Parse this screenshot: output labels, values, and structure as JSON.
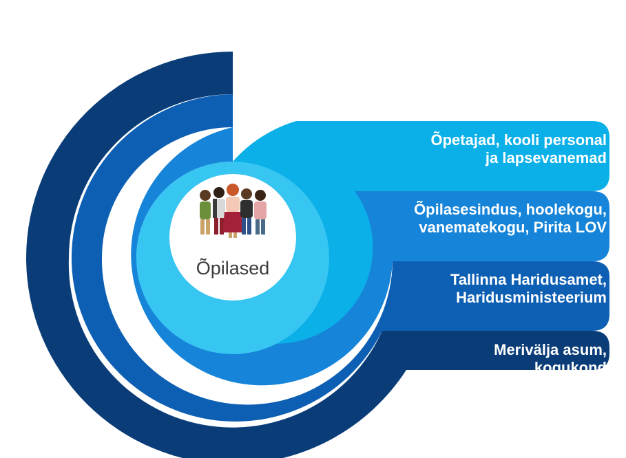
{
  "center": {
    "label": "Õpilased",
    "icon": "students-group-icon"
  },
  "layers": [
    {
      "lines": [
        "Õpetajad, kooli personal",
        "ja lapsevanemad"
      ],
      "color": "#0bb0e8"
    },
    {
      "lines": [
        "Õpilasesindus, hoolekogu,",
        "vanematekogu, Pirita LOV"
      ],
      "color": "#1684d8"
    },
    {
      "lines": [
        "Tallinna Haridusamet,",
        "Haridusministeerium"
      ],
      "color": "#0d5fb3"
    },
    {
      "lines": [
        "Merivälja asum,",
        "kogukond"
      ],
      "color": "#0a3d78"
    }
  ],
  "inner_ring_color": "#37c5f2"
}
